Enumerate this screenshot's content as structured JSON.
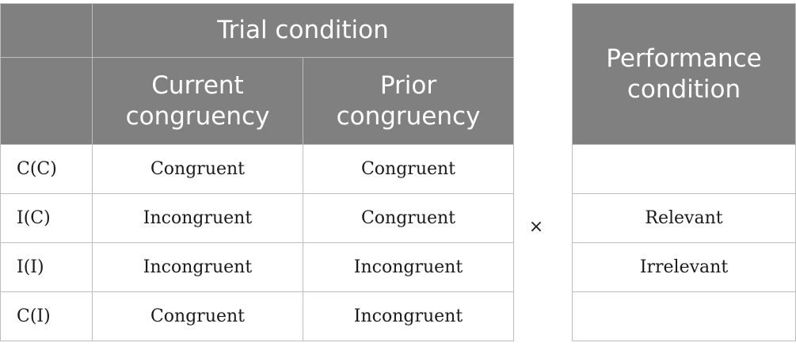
{
  "trial_table": {
    "group_header": "Trial condition",
    "columns": [
      {
        "label": "Current\ncongruency"
      },
      {
        "label": "Prior\ncongruency"
      }
    ],
    "rows": [
      {
        "label": "C(C)",
        "current": "Congruent",
        "prior": "Congruent"
      },
      {
        "label": "I(C)",
        "current": "Incongruent",
        "prior": "Congruent"
      },
      {
        "label": "I(I)",
        "current": "Incongruent",
        "prior": "Incongruent"
      },
      {
        "label": "C(I)",
        "current": "Congruent",
        "prior": "Incongruent"
      }
    ]
  },
  "operator": "×",
  "performance_table": {
    "header": "Performance\ncondition",
    "rows": [
      "",
      "Relevant",
      "Irrelevant",
      ""
    ]
  }
}
